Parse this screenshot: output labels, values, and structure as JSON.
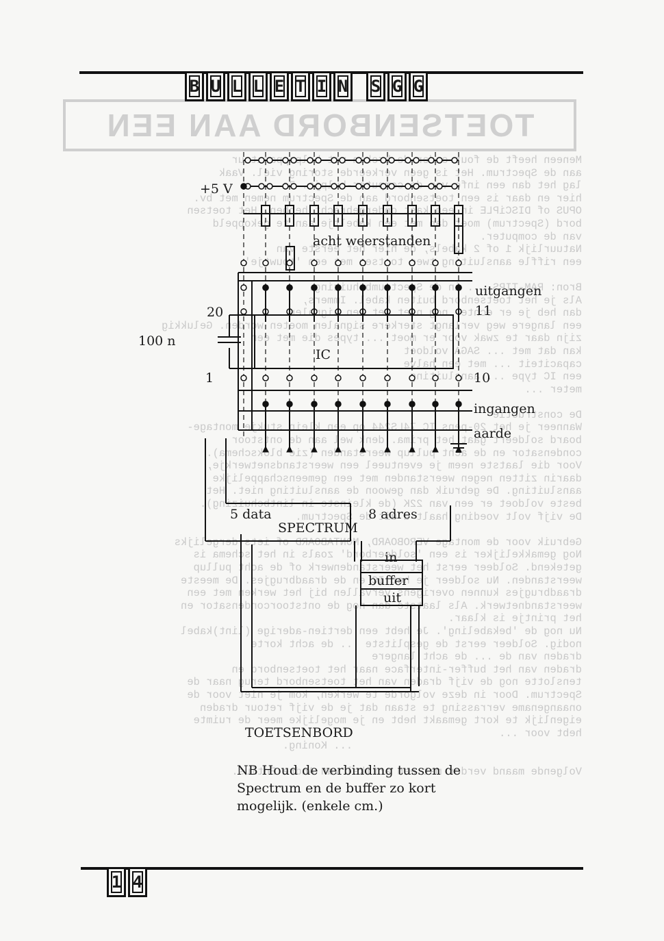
{
  "header": {
    "title_letters": [
      "B",
      "U",
      "L",
      "L",
      "E",
      "T",
      "I",
      "N",
      "S",
      "G",
      "G"
    ]
  },
  "bleed_through": {
    "heading": "TOETSENBORD AAN EEN ",
    "lines": [
      "Meneen heeft de fout onder de breken met hulpapparatuur",
      "aan de Spectrum. Het is geen verkeerde storing viel. Vaak",
      "lag het dan een info van de computer-hulpje. Zo",
      "hier en daar is een toetsenbord aan de Spectrum nemen met bv.",
      "OPUS of DISCiPLE in een kast ondergebracht hebben. Het toetsen",
      "bord (Spectrum) moet dan met een kabeltje aan te gekoppeld",
      "van de computer.",
      "Natuurlijk 1 of 2 kabels, de hier het eerste van",
      "een riffle aansluiting twee toetsen met een 'touwtje'.",
      "",
      "Bron: RAM-TIPS ... in de Spectrumbehuizing.",
      "Als je het toetsenbord buiten kabel. Immers,",
      "dan heb je er echter nog niet met een signalen",
      "een langere weg verlangt sterkere signalen moeten worden. Gelukkig",
      "zijn daar te zwak voor er moet ... types die met een",
      "kan dat met ... SAGA voldoet",
      "capaciteit ... met een halve",
      "een IC type ... aansluiting",
      "meter ...",
      "",
      "De constructie",
      "Wanneer je het 20-pens IC 74LS244 op een klein stukje montage-",
      "board soldeert gaat het prima. denk wel aan de ontstoor",
      "condensator en de acht pullup weerstanden (zie blokschema).",
      "Voor die laatste neem je eventueel een weerstandsnetwerkje,",
      "daarin zitten negen weerstanden met een gemeenschappelijke",
      "aansluiting. De gebruik dan gewoon de aansluiting niet. Het",
      "beste voldoet er een van 22K (de kleinste in lintbehuizing).",
      "De vijf volt voeding haalt u uit de Spectrum.",
      "",
      "Gebruik voor de montage VEROBOARD, MONTABOARD of iets dergelijks",
      "Nog gemakkelijker is een 'soldeerbord' zoals in het schema is",
      "getekend. Soldeer eerst het weerstandenwerk of de acht pullup",
      "weerstanden. Nu soldeer je het IC en de draadbrugjes. De meeste",
      "draadbrugjes kunnen overigens vervallen bij het werken met een",
      "weerstandnetwerk. Als laatste dan nog de ontstoorcondensator en",
      "het printje is klaar.",
      "Nu nog de 'bekabeling'. Je hebt een dertien-aderige (lint)kabel",
      "nodig. Soldeer eerst de gesplitste ... de acht korte",
      "draden van de ... de acht langere",
      "draden van het buffer-interface naar het toetsenbord en",
      "tenslotte nog de vijf draden van het toetsenbord terug naar de",
      "Spectrum. Door in deze volgorde te werken, kom je niet voor de",
      "onaangename verrassing te staan dat je de vijf retour draden",
      "eigenlijk te kort gemaakt hebt en je mogelijke meer de ruimte",
      "hebt voor ...",
      "                                    ... Koning.",
      "",
      "Volgende maand verder met een artikel van Andre Entius."
    ]
  },
  "diagram": {
    "labels": {
      "supply": "+5 V",
      "resistors": "acht weerstanden",
      "outputs": "uitgangen",
      "pin_11": "11",
      "pin_20": "20",
      "capacitor": "100 n",
      "ic": "IC",
      "pin_1": "1",
      "pin_10": "10",
      "inputs": "ingangen",
      "ground": "aarde",
      "data_lines": "5 data",
      "address_lines": "8 adres",
      "spectrum": "SPECTRUM",
      "buffer_in": "in",
      "buffer": "buffer",
      "buffer_out": "uit",
      "keyboard": "TOETSENBORD"
    }
  },
  "note": {
    "line1": "NB Houd de verbinding tussen de",
    "line2": "Spectrum en de buffer zo kort",
    "line3": "mogelijk. (enkele cm.)"
  },
  "footer": {
    "page_digits": [
      "1",
      "4"
    ]
  }
}
